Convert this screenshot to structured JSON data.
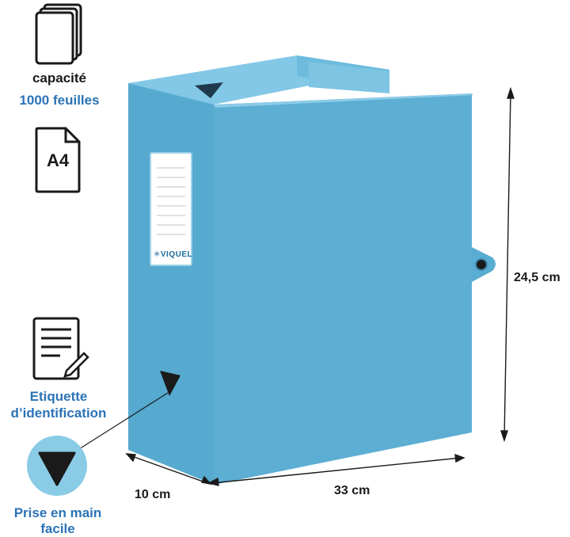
{
  "features": {
    "capacity": {
      "line1": "capacité",
      "line2": "1000 feuilles",
      "icon": "paper-stack-icon"
    },
    "format": {
      "label": "A4",
      "icon": "document-icon"
    },
    "label_holder": {
      "line1": "Etiquette",
      "line2": "d’identification",
      "icon": "form-pencil-icon"
    },
    "grip": {
      "line1": "Prise en main",
      "line2": "facile",
      "icon": "triangle-grip-icon"
    }
  },
  "product": {
    "brand": "VIQUEL",
    "color": "#5aadd2"
  },
  "dimensions": {
    "height": "24,5 cm",
    "depth": "10 cm",
    "width": "33 cm"
  },
  "colors": {
    "accent": "#2b73b6",
    "text": "#1a1a1a",
    "box": "#5aadd2"
  }
}
